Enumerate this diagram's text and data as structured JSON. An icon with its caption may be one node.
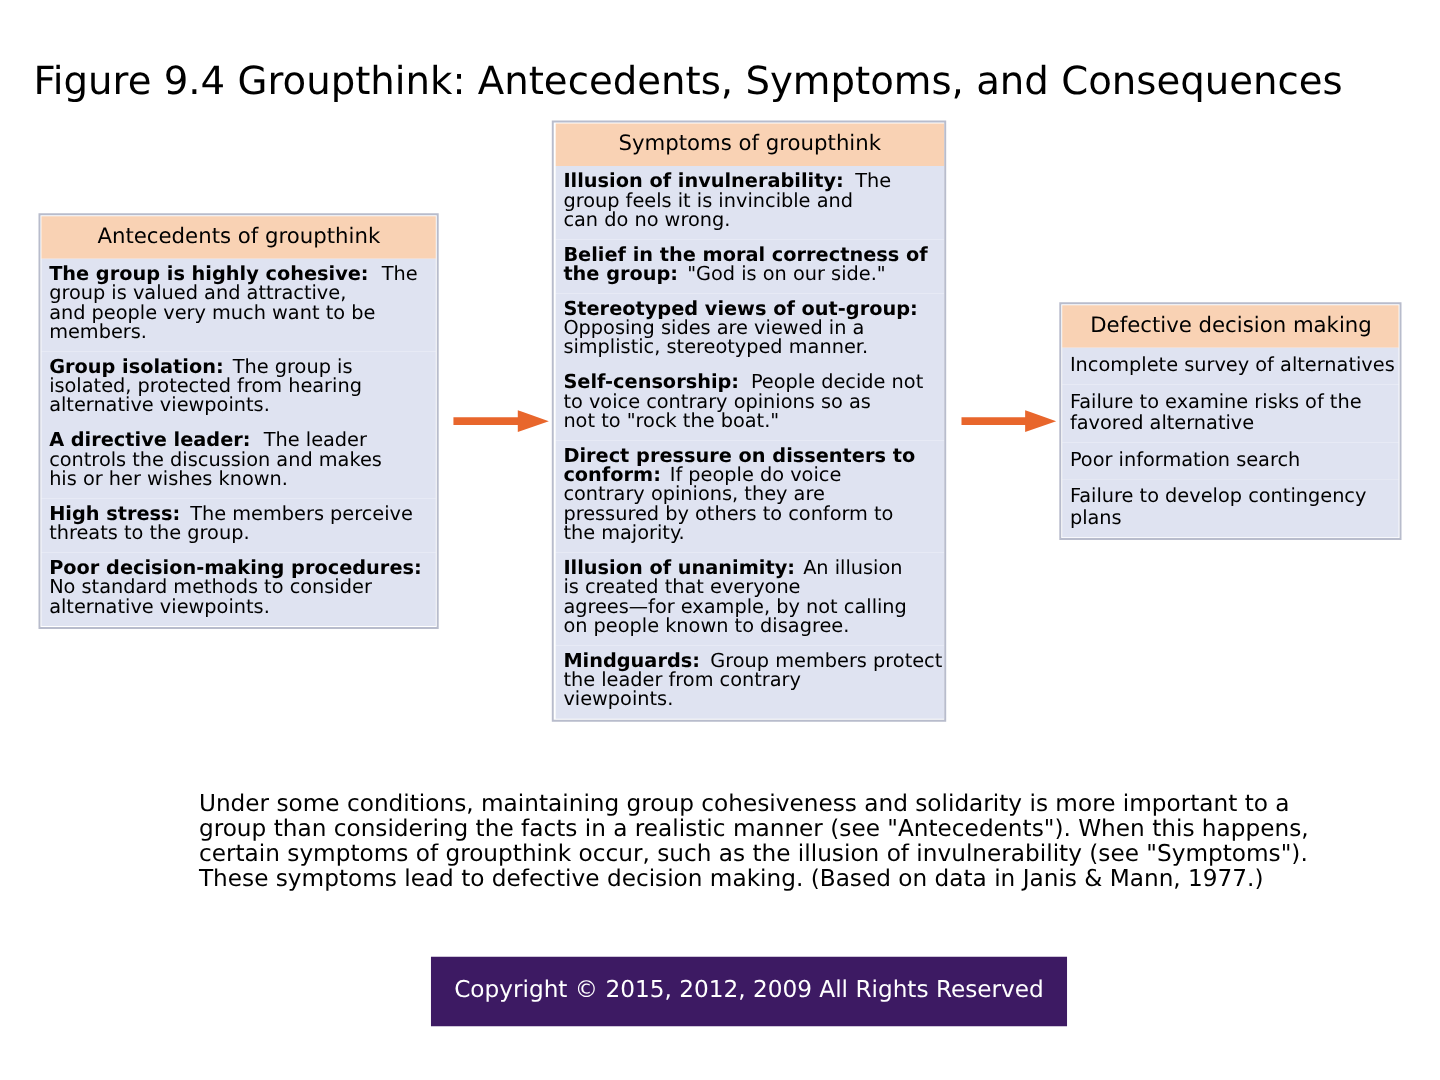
{
  "diagram": {
    "title": "Figure 9.4 Groupthink: Antecedents, Symptoms, and Consequences",
    "caption": "Under some conditions, maintaining group cohesiveness and solidarity is more important to a group than considering the facts in a realistic manner (see \"Antecedents\"). When this happens, certain symptoms of groupthink occur, such as the illusion of invulnerability (see \"Symptoms\"). These symptoms lead to defective decision making. (Based on data in Janis & Mann, 1977.)",
    "nodes": [
      {
        "text": [
          "Antecedents of groupthink",
          "**The group is highly cohesive:** The group is valued and attractive, and people very much want to be members.",
          "**Group isolation:** The group is isolated, protected from hearing alternative viewpoints.",
          "**A directive leader:** The leader controls the discussion and makes his or her wishes known.",
          "**High stress:** The members perceive threats to the group.",
          "**Poor decision-making procedures:** No standard methods to consider alternative viewpoints."
        ]
      },
      {
        "text": [
          "Symptoms of groupthink",
          "**Illusion of invulnerability:** The group feels it is invincible and can do no wrong.",
          "**Belief in the moral correctness of the group:** \"God is on our side.\"",
          "**Stereotyped views of out-group:** Opposing sides are viewed in a simplistic, stereotyped manner.",
          "**Self-censorship:** People decide not to voice contrary opinions so as not to \"rock the boat.\"",
          "**Direct pressure on dissenters to conform:** If people do voice contrary opinions, they are pressured by others to conform to the majority.",
          "**Illusion of unanimity:** An illusion is created that everyone agrees—for example, by not calling on people known to disagree.",
          "**Mindguards:** Group members protect the leader from contrary viewpoints."
        ]
      },
      {
        "text": [
          "Defective decision making",
          "Incomplete survey of alternatives",
          "Failure to examine risks of the favored alternative",
          "Poor information search",
          "Failure to develop contingency plans"
        ]
      }
    ],
    "edges": [
      {
        "from": 0,
        "to": 1,
        "arrow": "to"
      },
      {
        "from": 1,
        "to": 2,
        "arrow": "to"
      }
    ],
    "labels": [
      "Copyright © 2015, 2012, 2009 All Rights Reserved"
    ]
  }
}
